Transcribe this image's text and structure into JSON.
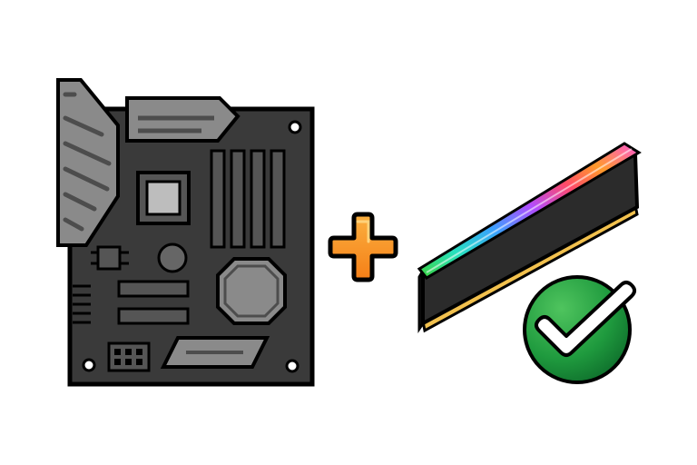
{
  "scene": {
    "background": "#ffffff",
    "items": [
      {
        "id": "motherboard",
        "icon": "motherboard-icon"
      },
      {
        "id": "plus",
        "icon": "plus-icon"
      },
      {
        "id": "ram",
        "icon": "rgb-ram-stick-icon"
      },
      {
        "id": "check",
        "icon": "checkmark-badge-icon"
      }
    ]
  },
  "colors": {
    "board": "#3a3a3a",
    "board_outline": "#000000",
    "heatsink": "#8c8c8c",
    "plus": "#f7931e",
    "plus_highlight": "#fbb040",
    "ram_body": "#2b2b2b",
    "ram_contacts": "#f2c14e",
    "check_green": "#1f8a3a",
    "check_white": "#ffffff"
  }
}
